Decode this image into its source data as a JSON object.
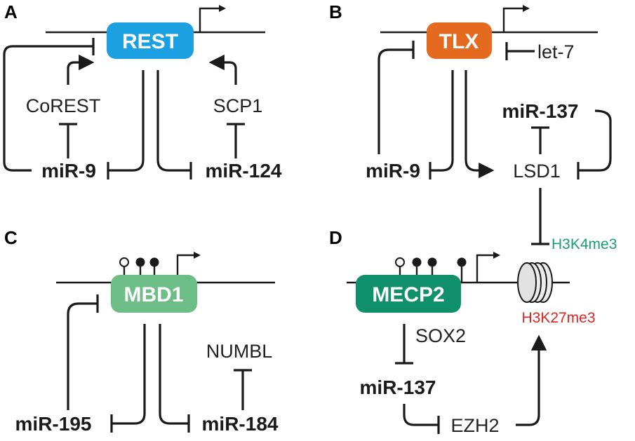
{
  "colors": {
    "rest": "#1ba0e2",
    "tlx": "#e46a1f",
    "mbd1": "#6dbd87",
    "mecp2": "#0f8f6a",
    "h3k4me3": "#1a9e6e",
    "h3k27me3": "#e0231f",
    "line": "#1a1a1a"
  },
  "panels": {
    "a": {
      "label": "A",
      "gene": "REST",
      "mir_left": "miR-9",
      "mir_right": "miR-124",
      "cofactor_left": "CoREST",
      "cofactor_right": "SCP1"
    },
    "b": {
      "label": "B",
      "gene": "TLX",
      "let7": "let-7",
      "mir_top": "miR-137",
      "mir_left": "miR-9",
      "target": "LSD1"
    },
    "c": {
      "label": "C",
      "gene": "MBD1",
      "mir_left": "miR-195",
      "mir_right": "miR-184",
      "target": "NUMBL"
    },
    "d": {
      "label": "D",
      "gene": "MECP2",
      "sox2": "SOX2",
      "mir": "miR-137",
      "ezh2": "EZH2",
      "h3k4": "H3K4me3",
      "h3k27": "H3K27me3"
    }
  },
  "icons": {
    "methyl_open": "unmethylated-cpg-icon",
    "methyl_filled": "methylated-cpg-icon",
    "promoter": "transcription-start-arrow-icon",
    "nucleosome": "nucleosome-icon"
  }
}
